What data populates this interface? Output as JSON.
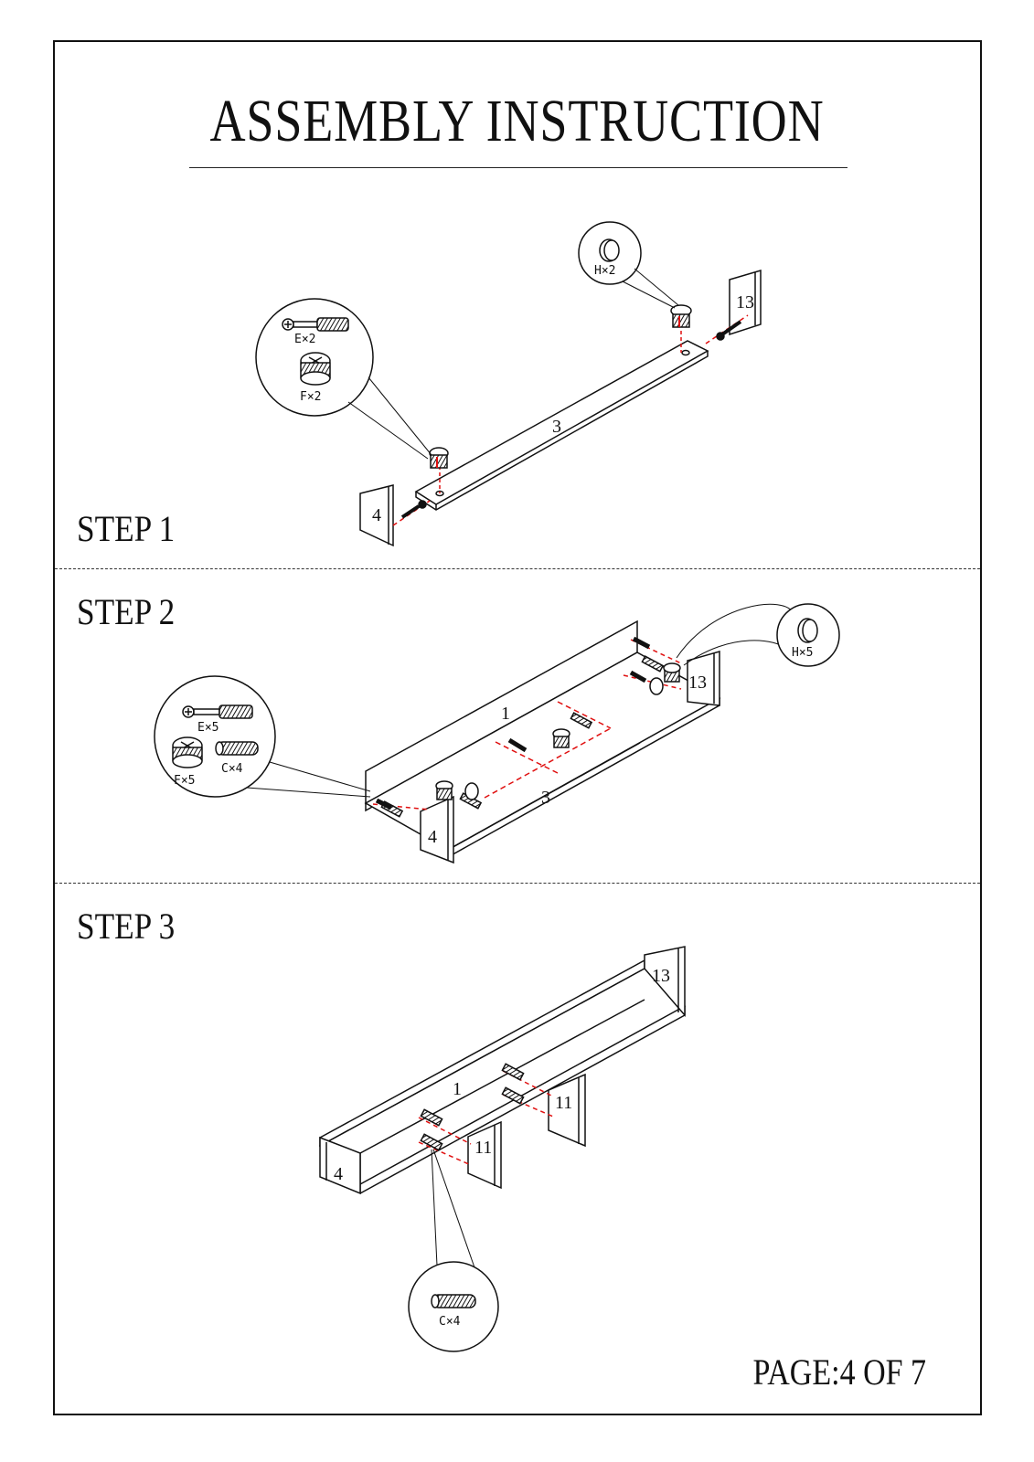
{
  "header": {
    "title": "ASSEMBLY INSTRUCTION"
  },
  "steps": [
    {
      "label": "STEP 1"
    },
    {
      "label": "STEP 2"
    },
    {
      "label": "STEP 3"
    }
  ],
  "step1": {
    "panel_labels": {
      "left_end": "4",
      "shelf": "3",
      "right_end": "13"
    },
    "callouts": {
      "cam_bolt": "E×2",
      "cam_lock": "F×2",
      "cap": "H×2"
    }
  },
  "step2": {
    "panel_labels": {
      "back": "1",
      "shelf": "3",
      "left_end": "4",
      "right_end": "13"
    },
    "callouts": {
      "cam_bolt": "E×5",
      "cam_lock": "F×5",
      "dowel": "C×4",
      "cap": "H×5"
    }
  },
  "step3": {
    "panel_labels": {
      "back": "1",
      "left_end": "4",
      "right_end": "13",
      "divider_a": "11",
      "divider_b": "11"
    },
    "callouts": {
      "dowel": "C×4"
    }
  },
  "footer": {
    "page": "PAGE:4 OF 7"
  },
  "colors": {
    "line": "#111111",
    "guide": "#e01010",
    "hole": "#cc2222"
  }
}
